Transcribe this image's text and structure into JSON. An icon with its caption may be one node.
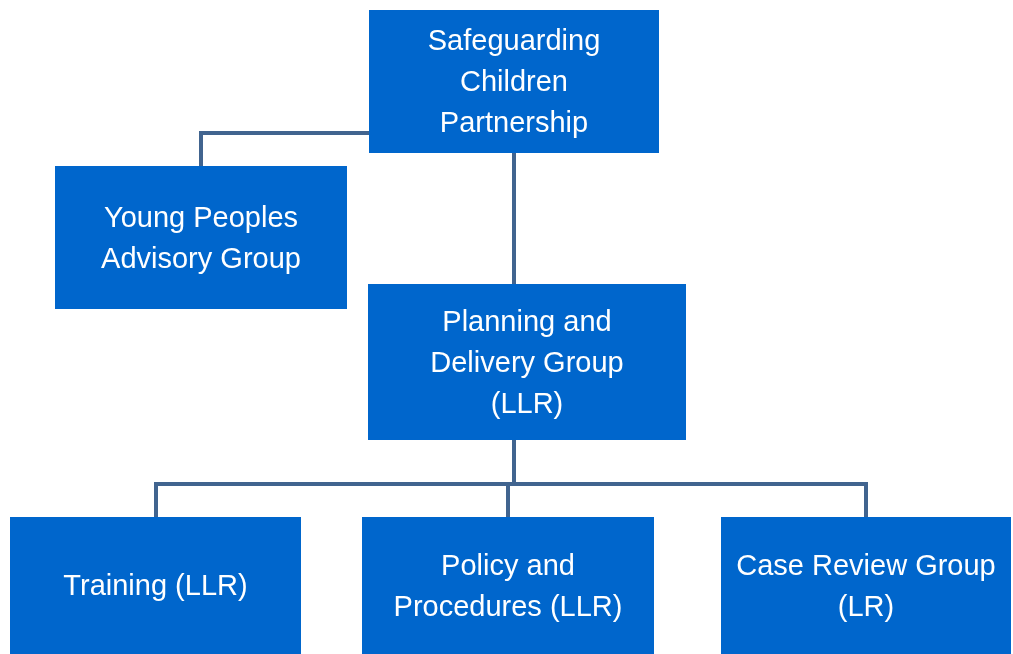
{
  "diagram": {
    "nodes": [
      {
        "text": [
          "Safeguarding Children Partnership"
        ]
      },
      {
        "text": [
          "Young Peoples Advisory Group"
        ]
      },
      {
        "text": [
          "Planning and Delivery Group (LLR)"
        ]
      },
      {
        "text": [
          "Training (LLR)"
        ]
      },
      {
        "text": [
          "Policy and Procedures (LLR)"
        ]
      },
      {
        "text": [
          "Case Review Group (LR)"
        ]
      }
    ],
    "edges": [
      {
        "from": 0,
        "to": 2,
        "arrow": "none"
      },
      {
        "from": 0,
        "to": 1,
        "arrow": "none"
      },
      {
        "from": 2,
        "to": 3,
        "arrow": "none"
      },
      {
        "from": 2,
        "to": 4,
        "arrow": "none"
      },
      {
        "from": 2,
        "to": 5,
        "arrow": "none"
      }
    ]
  }
}
